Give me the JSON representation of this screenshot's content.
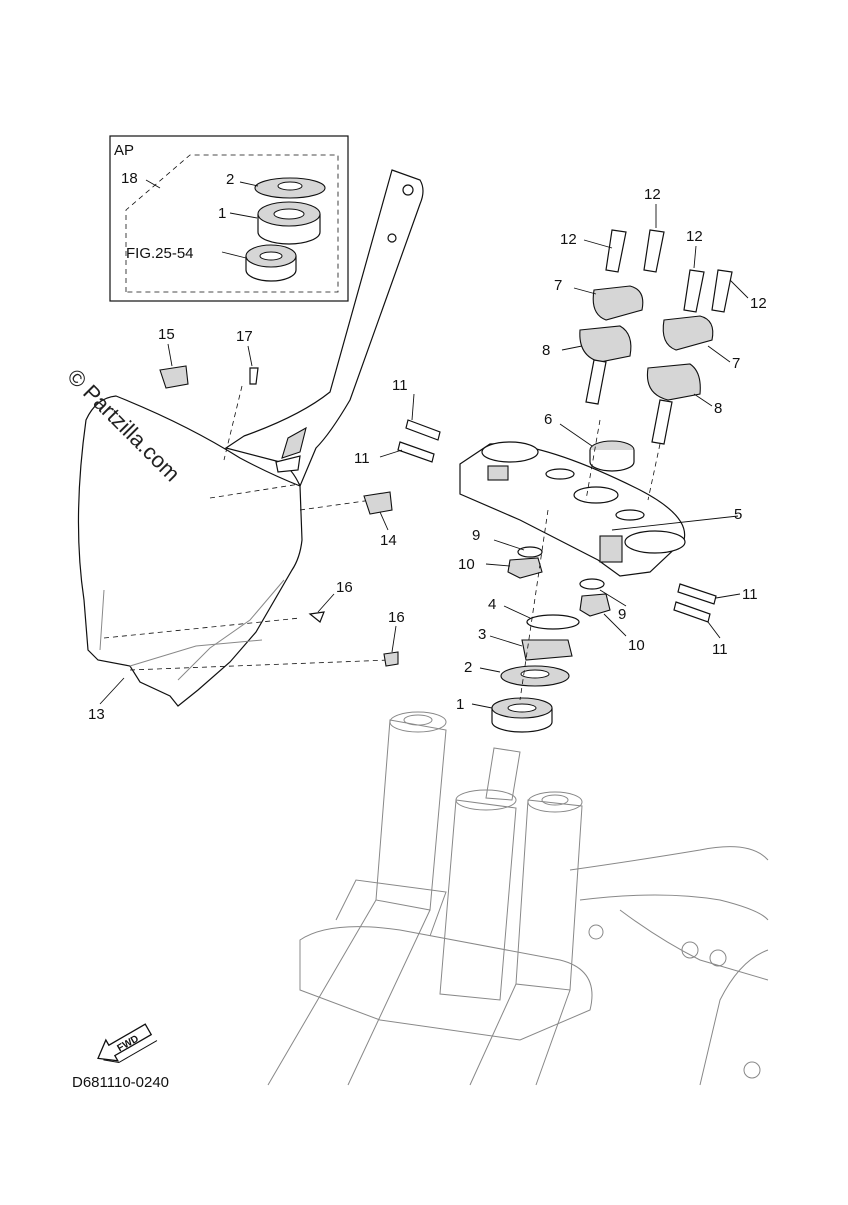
{
  "inset": {
    "title": "AP",
    "ref_number": "18",
    "fig_ref": "FIG.25-54",
    "items": [
      "2",
      "1"
    ]
  },
  "callouts": {
    "c1": "1",
    "c2": "2",
    "c3": "3",
    "c4": "4",
    "c5": "5",
    "c6": "6",
    "c7a": "7",
    "c7b": "7",
    "c8a": "8",
    "c8b": "8",
    "c9a": "9",
    "c9b": "9",
    "c10a": "10",
    "c10b": "10",
    "c11a": "11",
    "c11b": "11",
    "c11c": "11",
    "c11d": "11",
    "c12a": "12",
    "c12b": "12",
    "c12c": "12",
    "c12d": "12",
    "c13": "13",
    "c14": "14",
    "c15": "15",
    "c16a": "16",
    "c16b": "16",
    "c17": "17"
  },
  "watermark": "© Partzilla.com",
  "direction_label": "FWD",
  "diagram_code": "D681110-0240"
}
